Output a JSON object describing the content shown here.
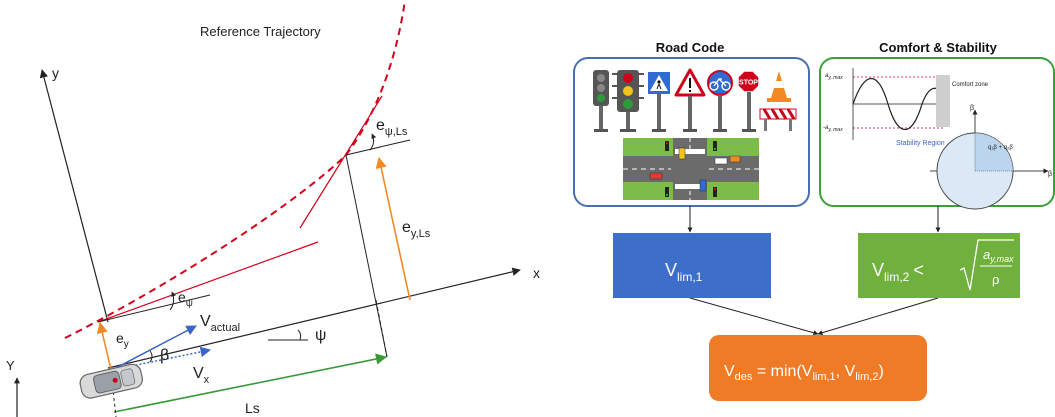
{
  "left_diagram": {
    "reference_trajectory": "Reference Trajectory",
    "axis_y": "y",
    "axis_x": "x",
    "axis_Y": "Y",
    "e_psi": {
      "base": "e",
      "sub": "ψ"
    },
    "e_y": {
      "base": "e",
      "sub": "y"
    },
    "v_actual": {
      "base": "V",
      "sub": "actual"
    },
    "beta": "β",
    "v_x": {
      "base": "V",
      "sub": "x"
    },
    "psi": "ψ",
    "e_psi_ls": {
      "base": "e",
      "sub": "ψ,Ls"
    },
    "e_y_ls": {
      "base": "e",
      "sub": "y,Ls"
    },
    "ls": "Ls"
  },
  "right_diagram": {
    "road_code_title": "Road Code",
    "comfort_title": "Comfort & Stability",
    "stop_sign": "STOP",
    "comfort_panel": {
      "ay_max_top": "a",
      "ay_max_top_sub": "y, max",
      "ay_max_bottom": "-a",
      "ay_max_bottom_sub": "y, max",
      "comfort_zone": "Comfort zone",
      "stability_region": "Stability Region",
      "beta_dot": "β̇",
      "beta": "β",
      "q_formula": "q₁β + q₂β̇"
    },
    "v_lim1": {
      "base": "V",
      "sub": "lim,1"
    },
    "v_lim2": {
      "base": "V",
      "sub": "lim,2",
      "lt": "<",
      "num": "a",
      "num_sub": "y,max",
      "den": "ρ"
    },
    "v_des": {
      "base": "V",
      "sub": "des",
      "eq": " = min(V",
      "sub1": "lim,1",
      "comma": ", V",
      "sub2": "lim,2",
      "close": ")"
    }
  },
  "colors": {
    "reference": "#d0021b",
    "orange": "#f08a24",
    "blue": "#3c64c8",
    "green": "#3a9a3a",
    "blue_box": "#3d6ec9",
    "green_box": "#6fb13c",
    "orange_box": "#f07b27"
  }
}
